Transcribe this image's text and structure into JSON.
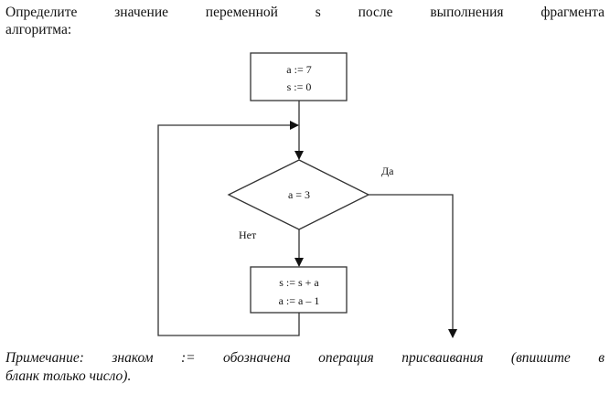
{
  "question": {
    "line1": "Определите значение переменной s после выполнения фрагмента",
    "line2": "алгоритма:"
  },
  "flowchart": {
    "init": [
      "a := 7",
      "s := 0"
    ],
    "condition": "a = 3",
    "yes_label": "Да",
    "no_label": "Нет",
    "body": [
      "s := s + a",
      "a := a – 1"
    ]
  },
  "note": {
    "line1": "Примечание: знаком := обозначена операция присваивания (впишите в",
    "line2": "бланк только число)."
  }
}
